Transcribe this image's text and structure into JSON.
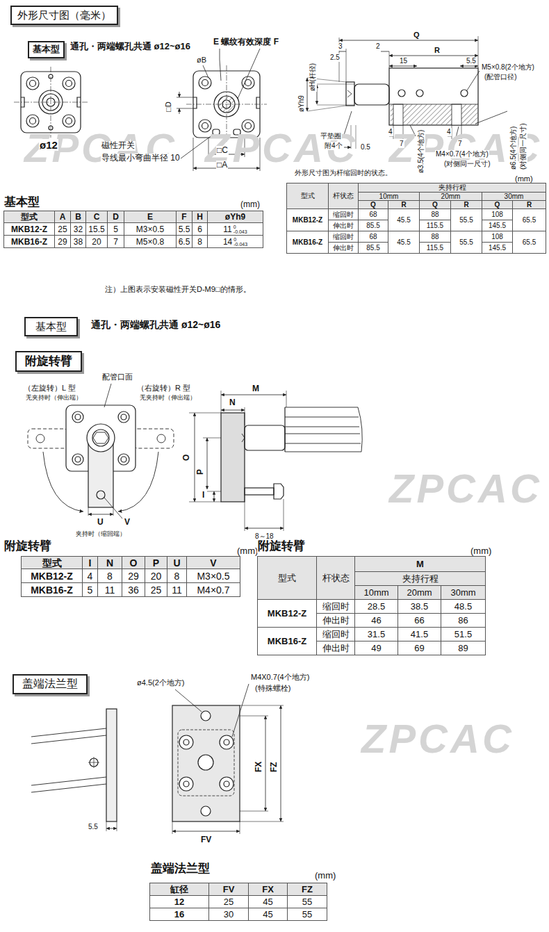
{
  "diagram": {
    "nodes": [
      {
        "text": [
          "外形尺寸图（毫米）"
        ]
      },
      {
        "text": [
          "基本型"
        ]
      },
      {
        "text": [
          "基本型"
        ]
      },
      {
        "text": [
          "附旋转臂"
        ]
      },
      {
        "text": [
          "盖端法兰型"
        ]
      }
    ],
    "labels": [
      "ZPCAC",
      "ZPCAC",
      "ZPCAC",
      "ZPCAC",
      "ZPCAC",
      "通孔・两端螺孔共通 ø12~ø16",
      "ø12",
      "E 螺纹有效深度 F",
      "øB",
      "□D",
      "□C",
      "□A",
      "磁性开关",
      "导线最小弯曲半径 10",
      "Q",
      "R",
      "3",
      "2.5",
      "2",
      "15",
      "5.5",
      "M5×0.8(2个地方)",
      "(配管口径)",
      "øH(杆径)",
      "øYh9",
      "平垫圈",
      "附4个",
      "0.5",
      "4",
      "7",
      "ø3.5(4个地方)",
      "4",
      "7",
      "M4×0.7(4个地方)",
      "(对侧同一尺寸)",
      "ø6.5(4个地方)",
      "(对侧同一尺寸)",
      "外形尺寸图为杆缩回时的状态。",
      "(mm)",
      "基本型",
      "(mm)",
      "型式",
      "A",
      "B",
      "C",
      "D",
      "E",
      "F",
      "H",
      "øYh9",
      "MKB12-Z",
      "25",
      "32",
      "15.5",
      "5",
      "M3×0.5",
      "5.5",
      "6",
      "11",
      "0",
      "-0.043",
      "MKB16-Z",
      "29",
      "38",
      "20",
      "7",
      "M5×0.8",
      "6.5",
      "8",
      "14",
      "0",
      "-0.043",
      "型式",
      "杆状态",
      "夹持行程",
      "10mm",
      "20mm",
      "30mm",
      "Q",
      "R",
      "Q",
      "R",
      "Q",
      "R",
      "MKB12-Z",
      "缩回时",
      "68",
      "45.5",
      "88",
      "55.5",
      "108",
      "65.5",
      "伸出时",
      "85.5",
      "115.5",
      "145.5",
      "MKB16-Z",
      "缩回时",
      "68",
      "45.5",
      "88",
      "55.5",
      "108",
      "65.5",
      "伸出时",
      "85.5",
      "115.5",
      "145.5",
      "注）上图表示安装磁性开关D-M9□的情形。",
      "通孔・两端螺孔共通 ø12~ø16",
      "配管口面",
      "（左旋转）L 型",
      "无夹持时（伸出端）",
      "（右旋转）R 型",
      "无夹持时（伸出端）",
      "U",
      "V",
      "夹持时（缩回端）",
      "M",
      "N",
      "O",
      "P",
      "I",
      "8～18",
      "附旋转臂",
      "(mm)",
      "附旋转臂",
      "(mm)",
      "型式",
      "I",
      "N",
      "O",
      "P",
      "U",
      "V",
      "MKB12-Z",
      "4",
      "8",
      "29",
      "20",
      "8",
      "M3×0.5",
      "MKB16-Z",
      "5",
      "11",
      "36",
      "25",
      "11",
      "M4×0.7",
      "型式",
      "杆状态",
      "M",
      "夹持行程",
      "10mm",
      "20mm",
      "30mm",
      "MKB12-Z",
      "缩回时",
      "28.5",
      "38.5",
      "48.5",
      "伸出时",
      "46",
      "66",
      "86",
      "MKB16-Z",
      "缩回时",
      "31.5",
      "41.5",
      "51.5",
      "伸出时",
      "49",
      "69",
      "89",
      "ø4.5(2个地方)",
      "M4X0.7(4个地方)",
      "(特殊螺栓)",
      "FX",
      "FZ",
      "5.5",
      "FV",
      "盖端法兰型",
      "(mm)",
      "缸径",
      "FV",
      "FX",
      "FZ",
      "12",
      "25",
      "45",
      "55",
      "16",
      "30",
      "45",
      "55"
    ]
  }
}
